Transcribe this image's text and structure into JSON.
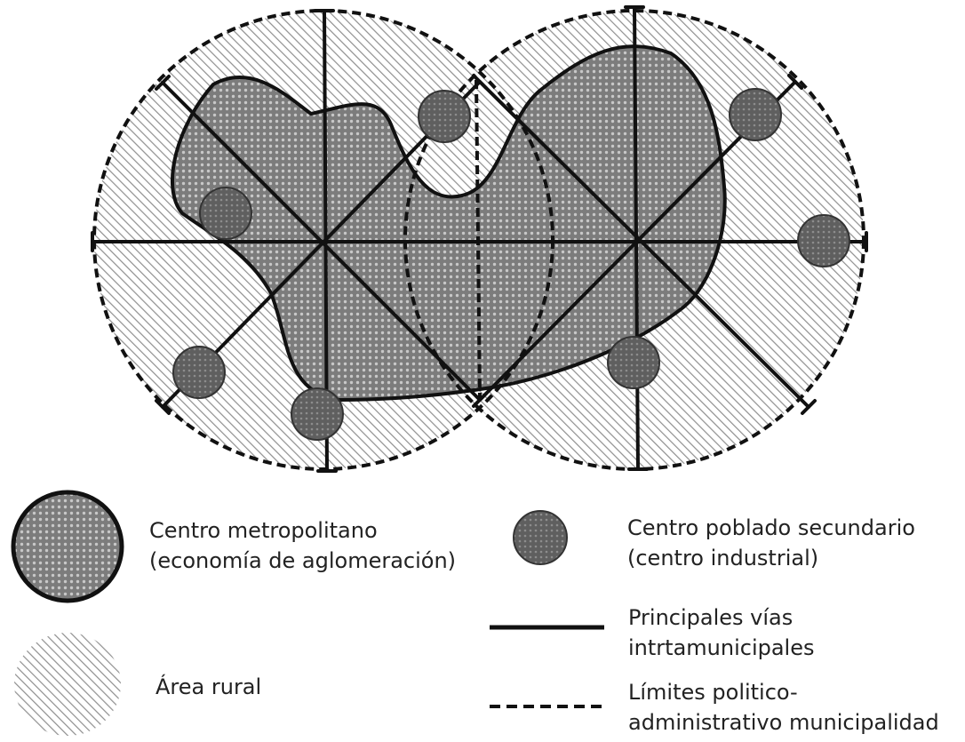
{
  "legend": {
    "metro": {
      "line1": "Centro metropolitano",
      "line2": "(economía de aglomeración)"
    },
    "secondary": {
      "line1": "Centro poblado secundario",
      "line2": "(centro industrial)"
    },
    "roads": {
      "line1": "Principales vías",
      "line2": "intrtamunicipales"
    },
    "rural": {
      "line1": "Área rural"
    },
    "limits": {
      "line1": "Límites politico-",
      "line2": "administrativo municipalidad"
    }
  },
  "colors": {
    "metro_fill": "#8a8a8a",
    "secondary_fill": "#6f6f6f",
    "rural_hatch": "#9a9a9a",
    "line": "#111111"
  }
}
